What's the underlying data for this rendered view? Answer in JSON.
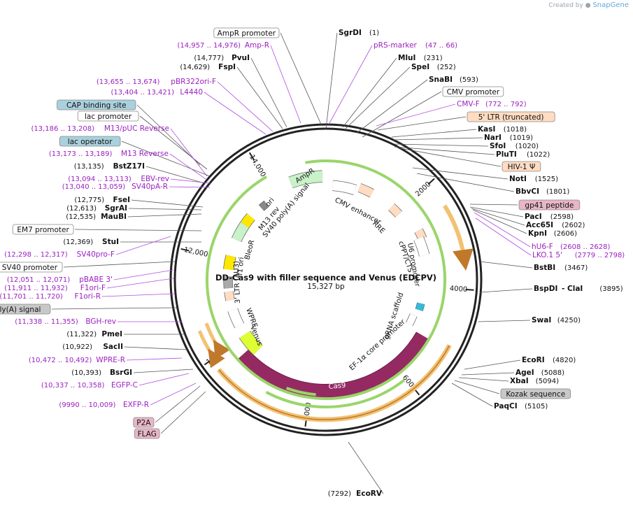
{
  "branding": {
    "created_by": "Created by",
    "brand": "SnapGene"
  },
  "plasmid": {
    "name": "DD-Cas9 with filler sequence and Venus (EDCPV)",
    "size_label": "15,327 bp"
  },
  "ticks": [
    "2000",
    "4000",
    "6000",
    "8000",
    "10,000",
    "12,000",
    "14,000"
  ],
  "labels": [
    {
      "k": "box",
      "name": "AmpR promoter",
      "fill": "#ffffff"
    },
    {
      "k": "enz",
      "name": "SgrDI",
      "pos": "(1)"
    },
    {
      "k": "prm",
      "name": "Amp-R",
      "pos": "(14,957 .. 14,976)"
    },
    {
      "k": "prm",
      "name": "pRS-marker",
      "pos": "(47 .. 66)"
    },
    {
      "k": "enz",
      "name": "PvuI",
      "pos": "(14,777)"
    },
    {
      "k": "enz",
      "name": "MluI",
      "pos": "(231)"
    },
    {
      "k": "enz",
      "name": "FspI",
      "pos": "(14,629)"
    },
    {
      "k": "enz",
      "name": "SpeI",
      "pos": "(252)"
    },
    {
      "k": "enz",
      "name": "SnaBI",
      "pos": "(593)"
    },
    {
      "k": "prm",
      "name": "pBR322ori-F",
      "pos": "(13,655 .. 13,674)"
    },
    {
      "k": "box",
      "name": "CMV promoter",
      "fill": "#ffffff"
    },
    {
      "k": "prm",
      "name": "L4440",
      "pos": "(13,404 .. 13,421)"
    },
    {
      "k": "prm",
      "name": "CMV-F",
      "pos": "(772 .. 792)"
    },
    {
      "k": "box",
      "name": "CAP binding site",
      "fill": "#a9d0dd"
    },
    {
      "k": "box",
      "name": "5' LTR (truncated)",
      "fill": "#ffdcc2"
    },
    {
      "k": "box",
      "name": "lac promoter",
      "fill": "#ffffff"
    },
    {
      "k": "prm",
      "name": "M13/pUC Reverse",
      "pos": "(13,186 .. 13,208)"
    },
    {
      "k": "enz",
      "name": "KasI",
      "pos": "(1018)"
    },
    {
      "k": "enz",
      "name": "NarI",
      "pos": "(1019)"
    },
    {
      "k": "box",
      "name": "lac operator",
      "fill": "#a9d0dd"
    },
    {
      "k": "enz",
      "name": "SfoI",
      "pos": "(1020)"
    },
    {
      "k": "enz",
      "name": "PluTI",
      "pos": "(1022)"
    },
    {
      "k": "prm",
      "name": "M13 Reverse",
      "pos": "(13,173 .. 13,189)"
    },
    {
      "k": "enz",
      "name": "BstZ17I",
      "pos": "(13,135)"
    },
    {
      "k": "box",
      "name": "HIV-1 Ψ",
      "fill": "#ffdcc2"
    },
    {
      "k": "prm",
      "name": "EBV-rev",
      "pos": "(13,094 .. 13,113)"
    },
    {
      "k": "enz",
      "name": "NotI",
      "pos": "(1525)"
    },
    {
      "k": "prm",
      "name": "SV40pA-R",
      "pos": "(13,040 .. 13,059)"
    },
    {
      "k": "enz",
      "name": "BbvCI",
      "pos": "(1801)"
    },
    {
      "k": "enz",
      "name": "FseI",
      "pos": "(12,775)"
    },
    {
      "k": "box",
      "name": "gp41 peptide",
      "fill": "#e8b6c6"
    },
    {
      "k": "enz",
      "name": "SgrAI",
      "pos": "(12,613)"
    },
    {
      "k": "enz",
      "name": "MauBI",
      "pos": "(12,535)"
    },
    {
      "k": "enz",
      "name": "PacI",
      "pos": "(2598)"
    },
    {
      "k": "enz",
      "name": "Acc65I",
      "pos": "(2602)"
    },
    {
      "k": "box",
      "name": "EM7 promoter",
      "fill": "#ffffff"
    },
    {
      "k": "enz",
      "name": "KpnI",
      "pos": "(2606)"
    },
    {
      "k": "enz",
      "name": "StuI",
      "pos": "(12,369)"
    },
    {
      "k": "prm",
      "name": "hU6-F",
      "pos": "(2608 .. 2628)"
    },
    {
      "k": "prm",
      "name": "SV40pro-F",
      "pos": "(12,298 .. 12,317)"
    },
    {
      "k": "prm",
      "name": "LKO.1 5'",
      "pos": "(2779 .. 2798)"
    },
    {
      "k": "box",
      "name": "SV40 promoter",
      "fill": "#ffffff"
    },
    {
      "k": "enz",
      "name": "BstBI",
      "pos": "(3467)"
    },
    {
      "k": "prm",
      "name": "pBABE 3'",
      "pos": "(12,051 .. 12,071)"
    },
    {
      "k": "prm",
      "name": "F1ori-F",
      "pos": "(11,911 .. 11,932)"
    },
    {
      "k": "enz",
      "name": "BspDI",
      "pos": "(3895)",
      "extra": "ClaI"
    },
    {
      "k": "prm",
      "name": "F1ori-R",
      "pos": "(11,701 .. 11,720)"
    },
    {
      "k": "box",
      "name": "bGH poly(A) signal",
      "fill": "#c8c8c8"
    },
    {
      "k": "enz",
      "name": "SwaI",
      "pos": "(4250)"
    },
    {
      "k": "prm",
      "name": "BGH-rev",
      "pos": "(11,338 .. 11,355)"
    },
    {
      "k": "enz",
      "name": "PmeI",
      "pos": "(11,322)"
    },
    {
      "k": "enz",
      "name": "SacII",
      "pos": "(10,922)"
    },
    {
      "k": "prm",
      "name": "WPRE-R",
      "pos": "(10,472 .. 10,492)"
    },
    {
      "k": "enz",
      "name": "EcoRI",
      "pos": "(4820)"
    },
    {
      "k": "enz",
      "name": "BsrGI",
      "pos": "(10,393)"
    },
    {
      "k": "enz",
      "name": "AgeI",
      "pos": "(5088)"
    },
    {
      "k": "enz",
      "name": "XbaI",
      "pos": "(5094)"
    },
    {
      "k": "prm",
      "name": "EGFP-C",
      "pos": "(10,337 .. 10,358)"
    },
    {
      "k": "box",
      "name": "Kozak sequence",
      "fill": "#c8c8c8"
    },
    {
      "k": "enz",
      "name": "PaqCI",
      "pos": "(5105)"
    },
    {
      "k": "prm",
      "name": "EXFP-R",
      "pos": "(9990 .. 10,009)"
    },
    {
      "k": "box",
      "name": "P2A",
      "fill": "#e8b6c6"
    },
    {
      "k": "box",
      "name": "FLAG",
      "fill": "#e8b6c6"
    },
    {
      "k": "enz",
      "name": "EcoRV",
      "pos": "(7292)"
    }
  ],
  "features": [
    {
      "name": "AmpR",
      "color": "#c9f2c9"
    },
    {
      "name": "ori",
      "color": "#ffe800"
    },
    {
      "name": "CMV enhancer",
      "color": "#ffffff"
    },
    {
      "name": "RRE",
      "color": "#ffdcc2"
    },
    {
      "name": "cPPT/CTS",
      "color": "#ffdcc2"
    },
    {
      "name": "U6 promoter",
      "color": "#ffffff"
    },
    {
      "name": "gRNA scaffold",
      "color": "#ffffff"
    },
    {
      "name": "EF-1α core promoter",
      "color": "#ffffff"
    },
    {
      "name": "Cas9",
      "color": "#952a63"
    },
    {
      "name": "Venus",
      "color": "#ddff33"
    },
    {
      "name": "WPRE",
      "color": "#ffffff"
    },
    {
      "name": "3' LTR (ΔU3)",
      "color": "#ffdcc2"
    },
    {
      "name": "f1 ori",
      "color": "#ffe800"
    },
    {
      "name": "BleoR",
      "color": "#c9f2c9"
    },
    {
      "name": "SV40 poly(A) signal",
      "color": "#c8c8c8"
    },
    {
      "name": "M13 rev",
      "color": "#ffffff"
    }
  ]
}
